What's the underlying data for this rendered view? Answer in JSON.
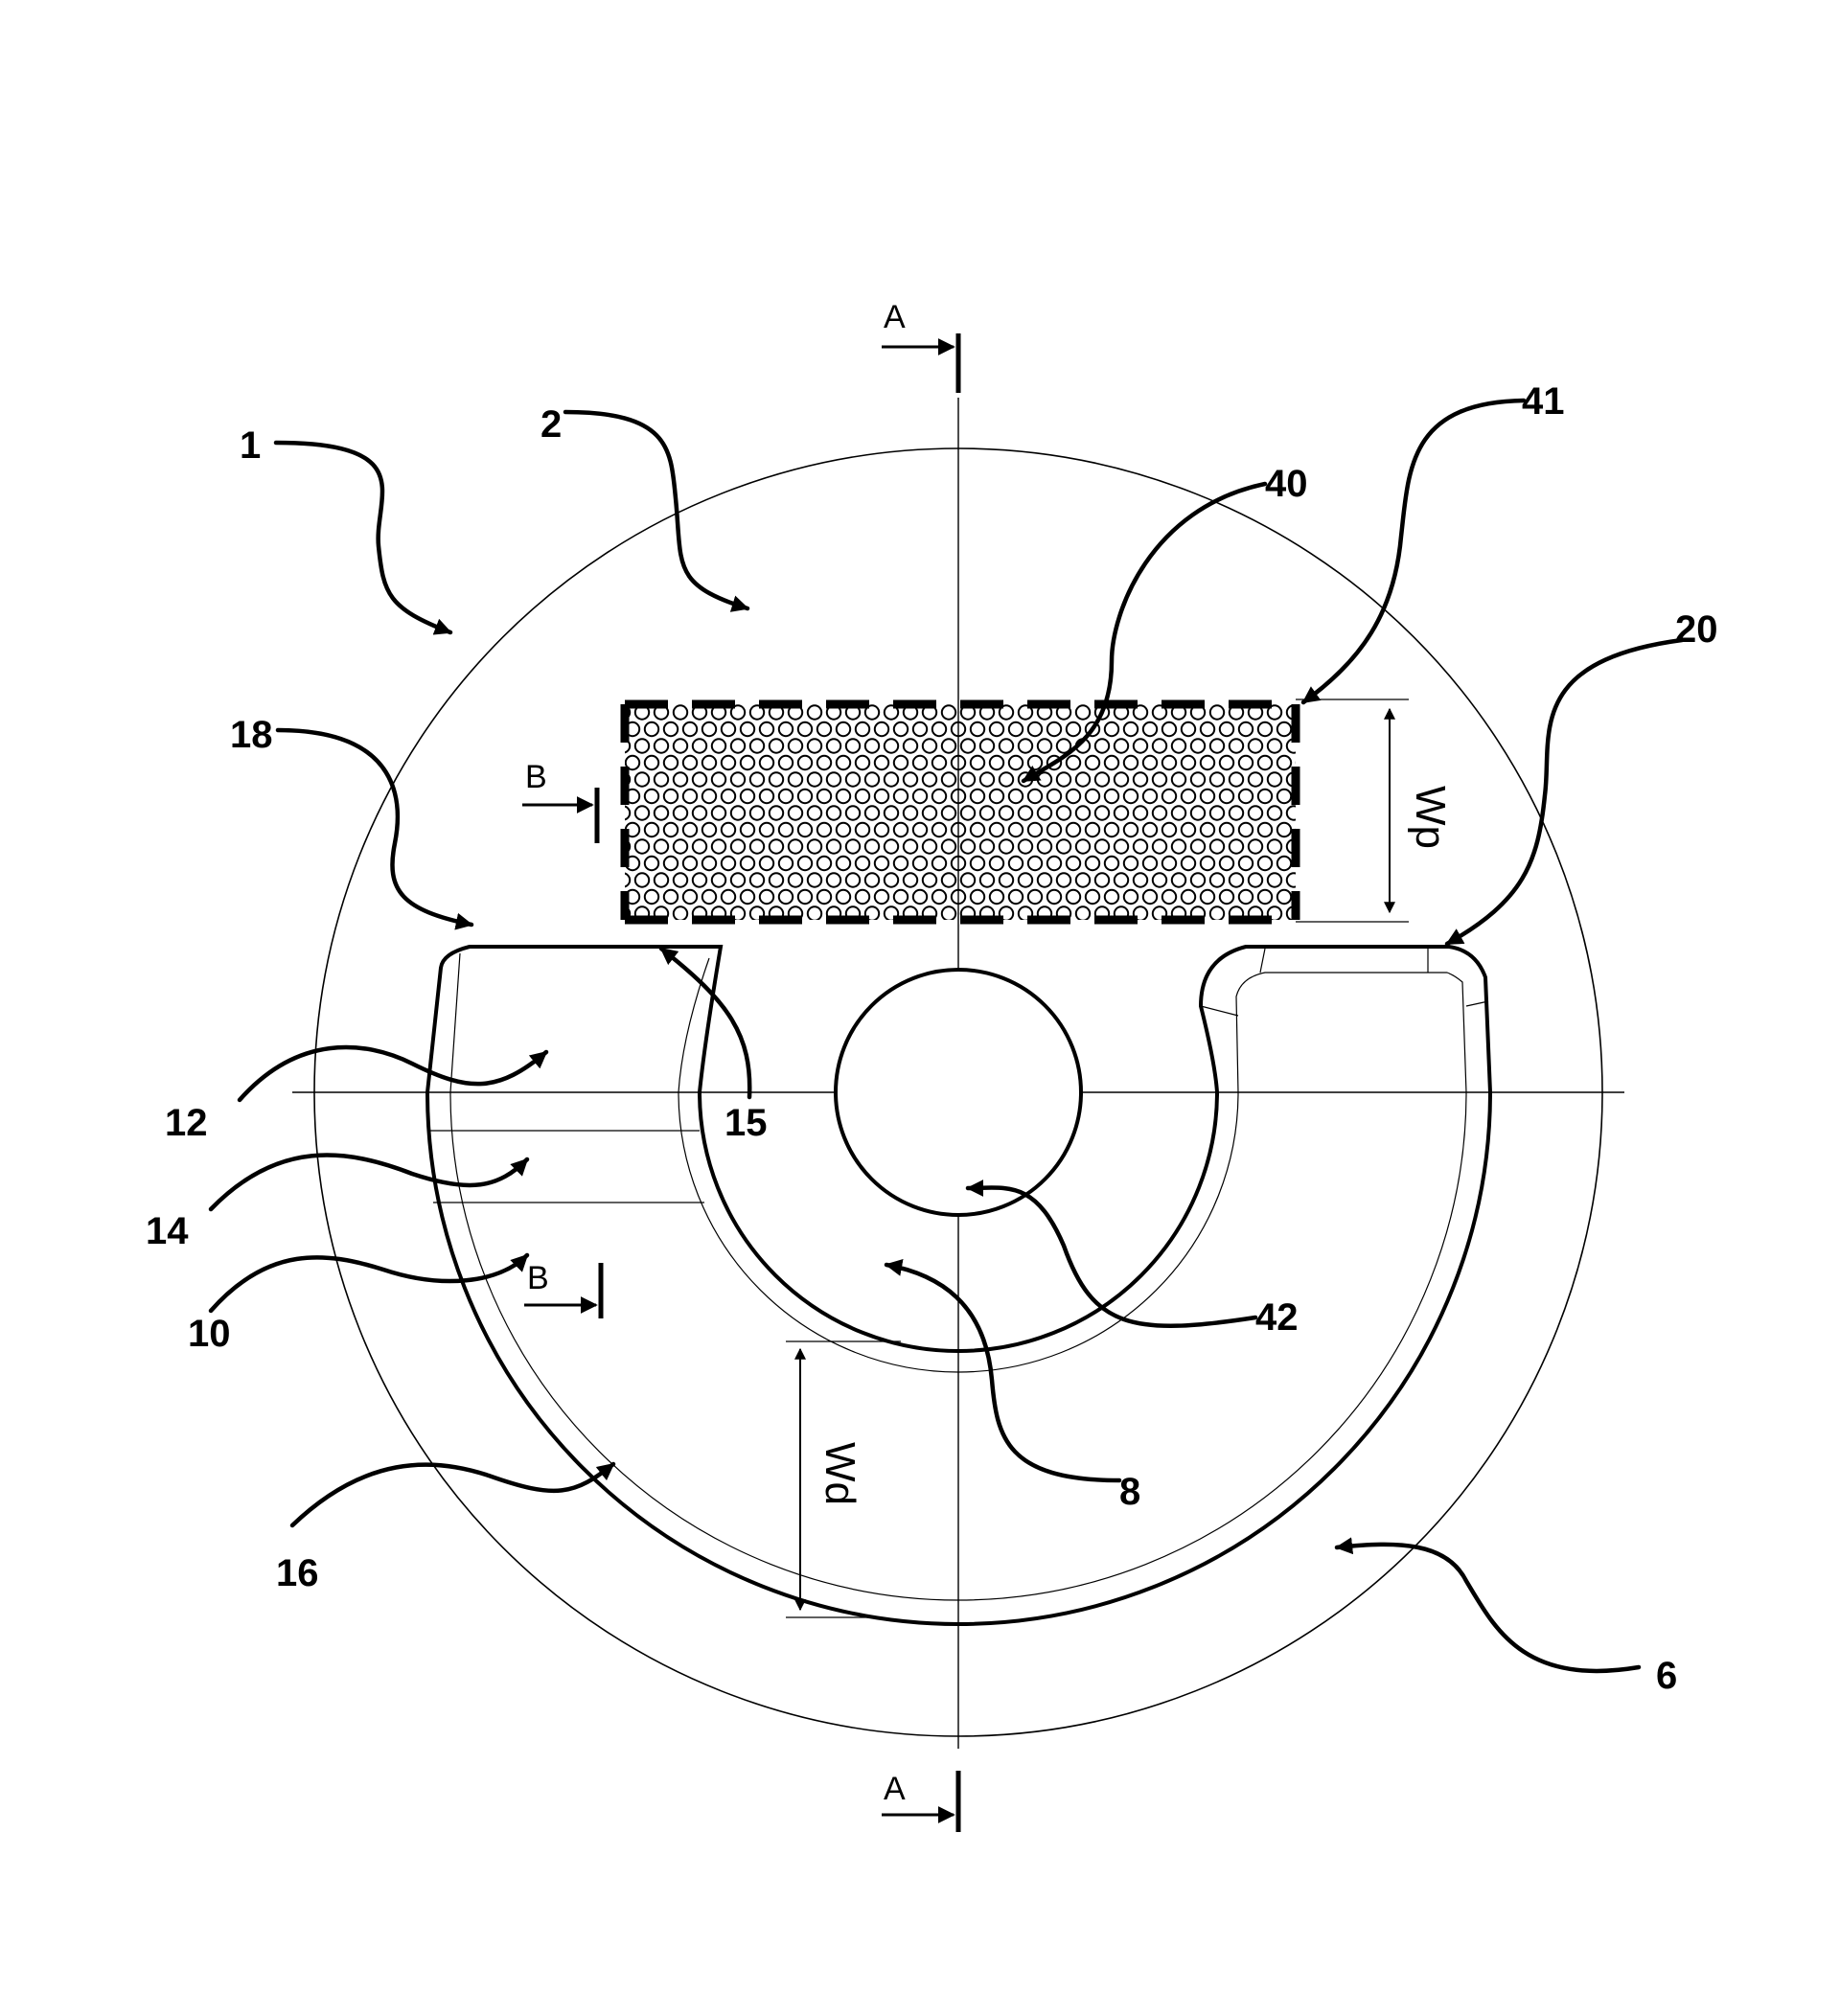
{
  "labels": {
    "l1": "1",
    "l2": "2",
    "l6": "6",
    "l8": "8",
    "l10": "10",
    "l12": "12",
    "l14": "14",
    "l15": "15",
    "l16": "16",
    "l18": "18",
    "l20": "20",
    "l40": "40",
    "l41": "41",
    "l42": "42"
  },
  "section_marks": {
    "a_top": "A",
    "a_bottom": "A",
    "b_top": "B",
    "b_bottom": "B"
  },
  "dimensions": {
    "wp": "Wp",
    "wd": "Wd"
  }
}
